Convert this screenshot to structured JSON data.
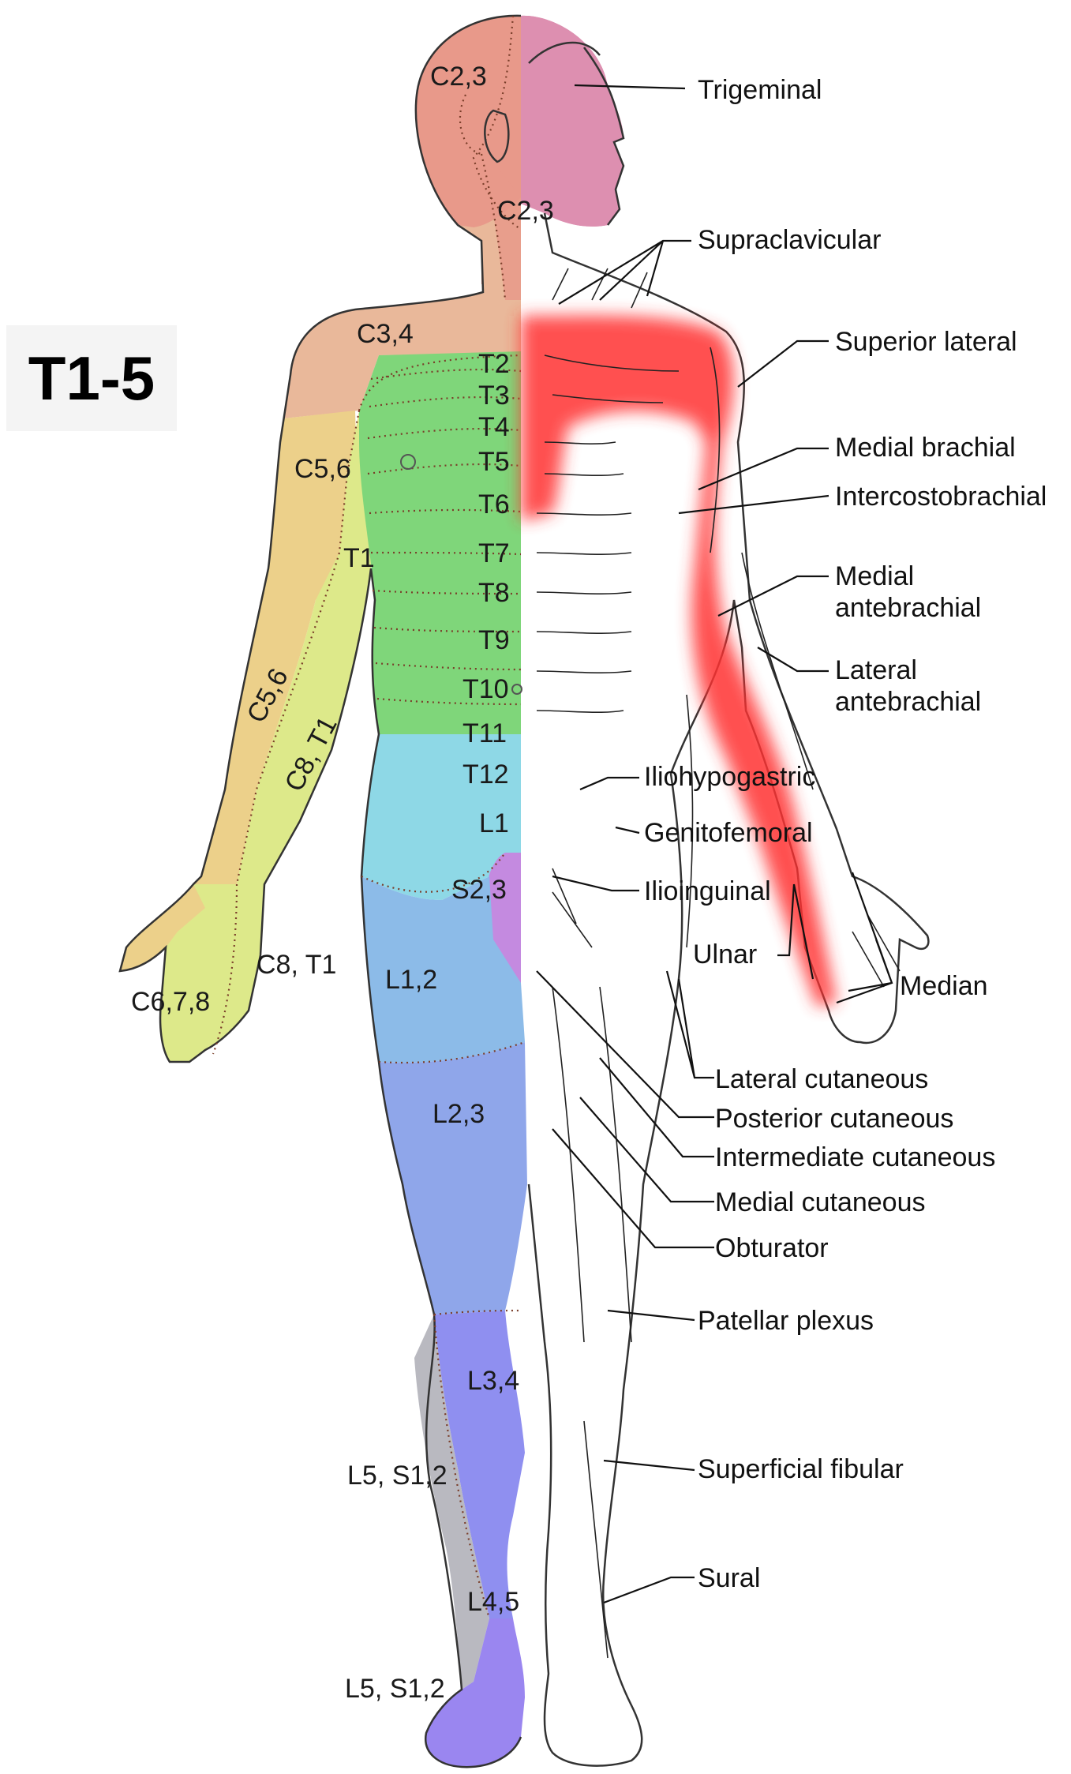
{
  "badge": "T1-5",
  "dermatome_labels": {
    "c23_top": "C2,3",
    "c23_neck": "C2,3",
    "c34": "C3,4",
    "c56_upper": "C5,6",
    "c56_arm": "C5,6",
    "c8t1_arm": "C8, T1",
    "c8t1_hand": "C8, T1",
    "c678": "C6,7,8",
    "t1": "T1",
    "t2": "T2",
    "t3": "T3",
    "t4": "T4",
    "t5": "T5",
    "t6": "T6",
    "t7": "T7",
    "t8": "T8",
    "t9": "T9",
    "t10": "T10",
    "t11": "T11",
    "t12": "T12",
    "l1": "L1",
    "s23": "S2,3",
    "l12": "L1,2",
    "l23": "L2,3",
    "l34": "L3,4",
    "l5s12_upper": "L5, S1,2",
    "l45": "L4,5",
    "l5s12_lower": "L5, S1,2"
  },
  "nerve_labels": {
    "trigeminal": "Trigeminal",
    "supraclavicular": "Supraclavicular",
    "superior_lateral": "Superior lateral",
    "medial_brachial": "Medial brachial",
    "intercostobrachial": "Intercostobrachial",
    "medial_ante_1": "Medial",
    "medial_ante_2": "antebrachial",
    "lateral_ante_1": "Lateral",
    "lateral_ante_2": "antebrachial",
    "iliohypogastric": "Iliohypogastric",
    "genitofemoral": "Genitofemoral",
    "ilioinguinal": "Ilioinguinal",
    "ulnar": "Ulnar",
    "median": "Median",
    "lateral_cutaneous": "Lateral cutaneous",
    "posterior_cutaneous": "Posterior cutaneous",
    "intermediate_cutaneous": "Intermediate cutaneous",
    "medial_cutaneous": "Medial cutaneous",
    "obturator": "Obturator",
    "patellar_plexus": "Patellar plexus",
    "superficial_fibular": "Superficial fibular",
    "sural": "Sural"
  },
  "colors": {
    "head_c23": "#e8998a",
    "face_trigeminal": "#dd8fb0",
    "neck_c34": "#e9b89a",
    "arm_c56": "#ecd08a",
    "arm_c8t1": "#dde98a",
    "thorax_t": "#7fd67a",
    "abdomen_l1": "#8ed8e6",
    "thigh_l12": "#8cbbe8",
    "thigh_l23": "#8fa6ea",
    "leg_l34": "#8f8ff0",
    "leg_l45": "#9a86f0",
    "lateral_l5s12": "#b9b9c0",
    "genital_s23": "#c48ae0",
    "highlight_t15": "#ff3030"
  }
}
